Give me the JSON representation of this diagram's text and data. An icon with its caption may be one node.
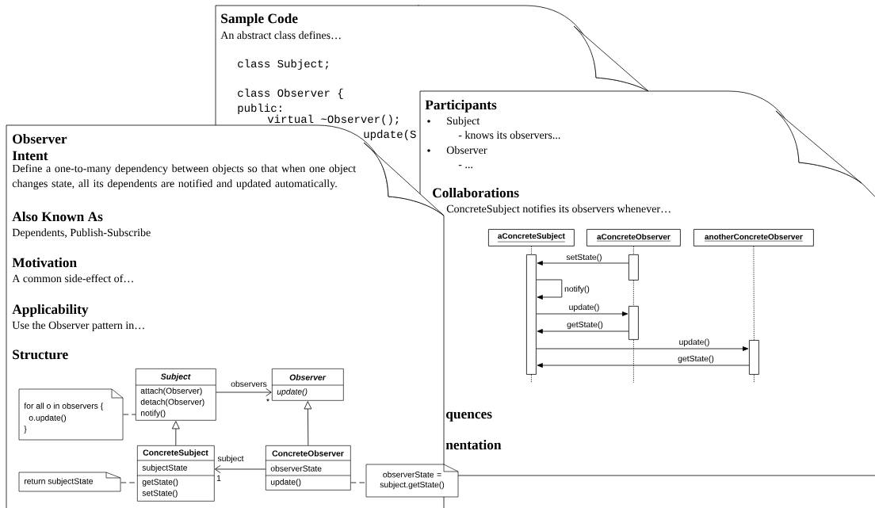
{
  "diagram": {
    "nodes": [
      {
        "text": [
          "Sample Code",
          "An abstract class defines…",
          "class Subject;",
          "class Observer {",
          "public:",
          "virtual ~Observer();",
          "update(S"
        ]
      },
      {
        "text": [
          "Participants",
          "Subject",
          "- knows its observers...",
          "Observer",
          "- ...",
          "Collaborations",
          "ConcreteSubject notifies its observers whenever…",
          "quences",
          "nentation"
        ]
      },
      {
        "text": [
          "Observer",
          "Intent",
          "Define a one-to-many dependency between objects so that when one object changes state, all its dependents are notified and updated automatically.",
          "Also Known As",
          "Dependents, Publish-Subscribe",
          "Motivation",
          "A common side-effect of…",
          "Applicability",
          "Use the Observer pattern in…",
          "Structure"
        ]
      },
      {
        "text": [
          "Subject",
          "attach(Observer)",
          "detach(Observer)",
          "notify()"
        ],
        "in": 2
      },
      {
        "text": [
          "Observer",
          "update()"
        ],
        "in": 2
      },
      {
        "text": [
          "for all o in observers {",
          "o.update()",
          "}"
        ],
        "in": 2
      },
      {
        "text": [
          "ConcreteSubject",
          "subjectState",
          "getState()",
          "setState()"
        ],
        "in": 2
      },
      {
        "text": [
          "ConcreteObserver",
          "observerState",
          "update()"
        ],
        "in": 2
      },
      {
        "text": [
          "return subjectState"
        ],
        "in": 2
      },
      {
        "text": [
          "observerState = subject.getState()"
        ],
        "in": 2
      },
      {
        "text": [
          "aConcreteSubject"
        ],
        "in": 1
      },
      {
        "text": [
          "aConcreteObserver"
        ],
        "in": 1
      },
      {
        "text": [
          "anotherConcreteObserver"
        ],
        "in": 1
      },
      {
        "text": [],
        "shape": "bar",
        "in": 1
      },
      {
        "text": [],
        "shape": "bar",
        "in": 1
      },
      {
        "text": [],
        "shape": "bar",
        "in": 1
      },
      {
        "text": [],
        "shape": "bar",
        "in": 1
      }
    ],
    "edges": [
      {
        "from": 3,
        "to": 4,
        "arrow": "to",
        "label": "observers"
      },
      {
        "from": 6,
        "to": 3,
        "arrow": "to"
      },
      {
        "from": 7,
        "to": 4,
        "arrow": "to"
      },
      {
        "from": 7,
        "to": 6,
        "arrow": "to",
        "label": "subject"
      },
      {
        "from": 5,
        "to": 3,
        "arrow": "none",
        "style": "dashed"
      },
      {
        "from": 8,
        "to": 6,
        "arrow": "none",
        "style": "dashed"
      },
      {
        "from": 7,
        "to": 9,
        "arrow": "none",
        "style": "dashed"
      },
      {
        "from": 10,
        "to": 13,
        "arrow": "none",
        "style": "dashed"
      },
      {
        "from": 11,
        "to": 14,
        "arrow": "none",
        "style": "dashed"
      },
      {
        "from": 14,
        "to": 15,
        "arrow": "none",
        "style": "dashed"
      },
      {
        "from": 12,
        "to": 16,
        "arrow": "none",
        "style": "dashed"
      },
      {
        "from": 13,
        "to": null,
        "arrow": "none",
        "style": "dashed"
      },
      {
        "from": 15,
        "to": null,
        "arrow": "none",
        "style": "dashed"
      },
      {
        "from": 16,
        "to": null,
        "arrow": "none",
        "style": "dashed"
      },
      {
        "from": 14,
        "to": 13,
        "arrow": "to",
        "label": "setState()"
      },
      {
        "from": 13,
        "to": 13,
        "arrow": "to",
        "label": "notify()"
      },
      {
        "from": 13,
        "to": 15,
        "arrow": "to",
        "label": "update()"
      },
      {
        "from": 15,
        "to": 13,
        "arrow": "to",
        "label": "getState()"
      },
      {
        "from": 13,
        "to": 16,
        "arrow": "to",
        "label": "update()"
      },
      {
        "from": 16,
        "to": 13,
        "arrow": "to",
        "label": "getState()"
      }
    ],
    "labels": [
      "*",
      "1"
    ]
  }
}
